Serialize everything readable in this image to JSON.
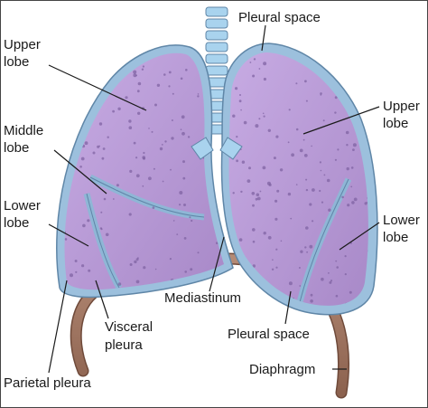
{
  "labels": {
    "upper_lobe_left": [
      "Upper",
      "lobe"
    ],
    "middle_lobe": [
      "Middle",
      "lobe"
    ],
    "lower_lobe_left": [
      "Lower",
      "lobe"
    ],
    "pleural_space_top": "Pleural space",
    "upper_lobe_right": [
      "Upper",
      "lobe"
    ],
    "lower_lobe_right": [
      "Lower",
      "lobe"
    ],
    "mediastinum": "Mediastinum",
    "visceral_pleura": [
      "Visceral",
      "pleura"
    ],
    "pleural_space_bottom": "Pleural space",
    "parietal_pleura": "Parietal pleura",
    "diaphragm": "Diaphragm"
  },
  "colors": {
    "lobe_fill": "#b99ad6",
    "lobe_dots": "#7c5fa0",
    "pleura": "#9cc0dd",
    "pleura_edge": "#5f86a7",
    "trachea": "#a9d3ee",
    "diaphragm": "#a07561",
    "leader": "#1a1a1a"
  }
}
